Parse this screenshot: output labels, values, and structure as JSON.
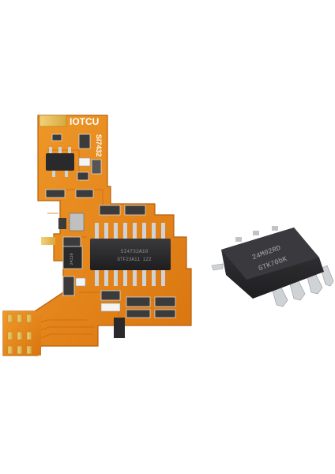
{
  "image": {
    "pcb_text": {
      "brand": "IOTCU",
      "model": "SI7432"
    },
    "pcb_main_chip": {
      "line1": "SI4732A10",
      "line2": "GTF23A11 122"
    },
    "pcb_small_chip": "24110",
    "loose_chip": {
      "line1": "24M02RD",
      "line2": "GTK70bK"
    },
    "colors": {
      "background": "#ffffff",
      "flex_pcb": "#e8861a",
      "flex_pcb_dark": "#c96a0c",
      "gold_pad": "#e9c46a",
      "chip_body": "#2b2b2d",
      "pin_silver": "#cfd3d6"
    }
  }
}
